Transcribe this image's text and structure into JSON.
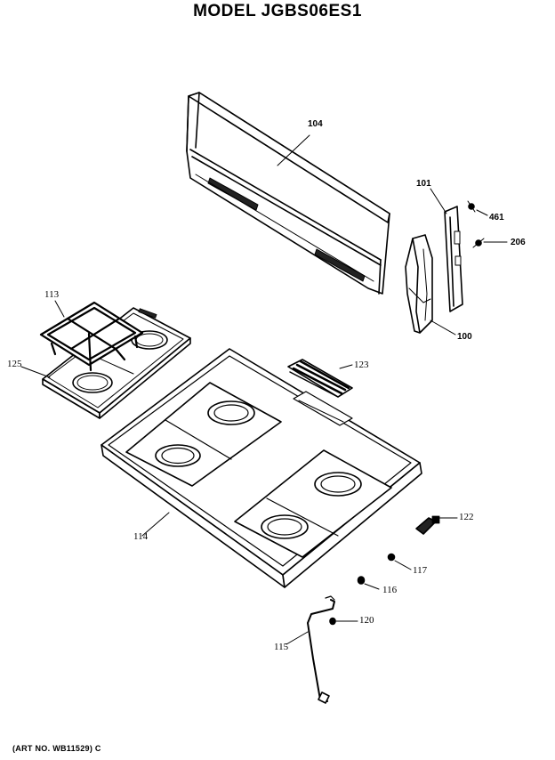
{
  "title": "MODEL JGBS06ES1",
  "art_no": "(ART NO. WB11529) C",
  "parts": {
    "p104": "104",
    "p101": "101",
    "p461": "461",
    "p206": "206",
    "p100": "100",
    "p113": "113",
    "p125": "125",
    "p123": "123",
    "p114": "114",
    "p122": "122",
    "p117": "117",
    "p116": "116",
    "p120": "120",
    "p115": "115"
  }
}
